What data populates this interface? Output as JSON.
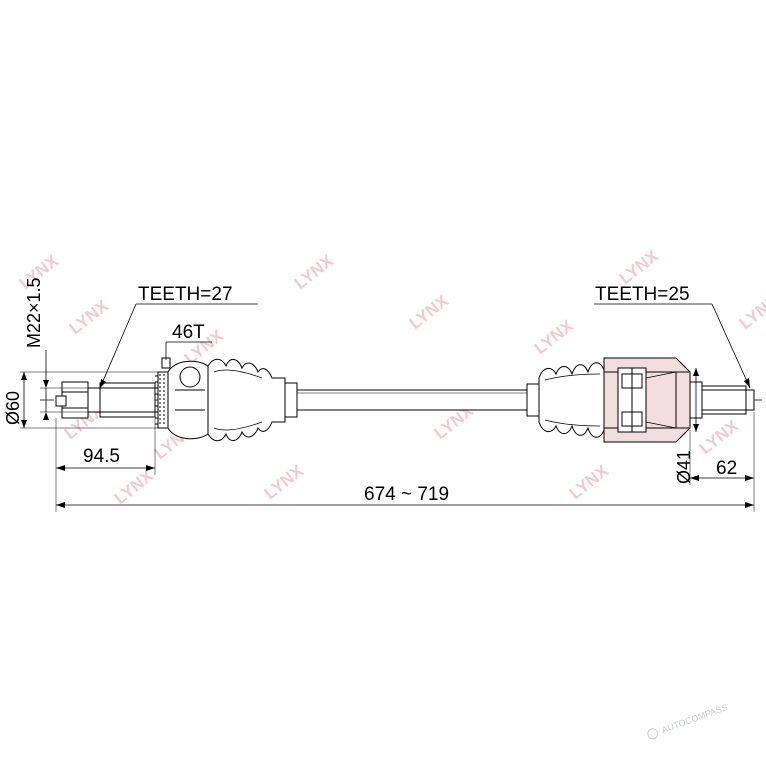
{
  "watermark": {
    "brand": "LYNX",
    "color": "#e8a0a6"
  },
  "footer_watermark": {
    "text": "AUTOCOMPASS"
  },
  "labels": {
    "teeth_left": "TEETH=27",
    "teeth_right": "TEETH=25",
    "abs_ring": "46T",
    "thread": "M22×1.5",
    "dia_left": "Ø60",
    "dia_right": "Ø41",
    "len_left": "94.5",
    "len_right": "62",
    "len_total": "674 ~ 719"
  },
  "colors": {
    "line": "#000000",
    "section_fill": "#f2dede"
  }
}
